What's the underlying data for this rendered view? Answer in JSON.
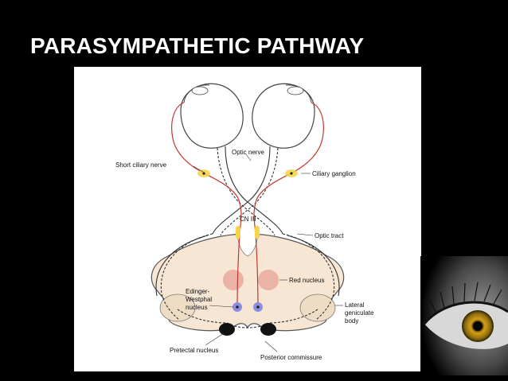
{
  "slide": {
    "title": "PARASYMPATHETIC PATHWAY"
  },
  "diagram": {
    "labels": {
      "optic_nerve": "Optic nerve",
      "short_ciliary_nerve": "Short ciliary nerve",
      "ciliary_ganglion": "Ciliary ganglion",
      "cn_iii": "CN III",
      "optic_tract": "Optic tract",
      "red_nucleus": "Red nucleus",
      "ew_line1": "Edinger-",
      "ew_line2": "Westphal",
      "ew_line3": "nucleus",
      "lgb_line1": "Lateral",
      "lgb_line2": "geniculate",
      "lgb_line3": "body",
      "pretectal_nucleus": "Pretectal nucleus",
      "posterior_commissure": "Posterior commissure"
    },
    "colors": {
      "nerve": "#c0392b",
      "ganglion": "#f5d547",
      "brainstem": "#f6e6d3",
      "red_nucleus": "#e8a99c",
      "ew_nucleus": "#8b8ee0",
      "pretectal": "#111111",
      "slide_background": "#000000",
      "title": "#ffffff"
    }
  }
}
